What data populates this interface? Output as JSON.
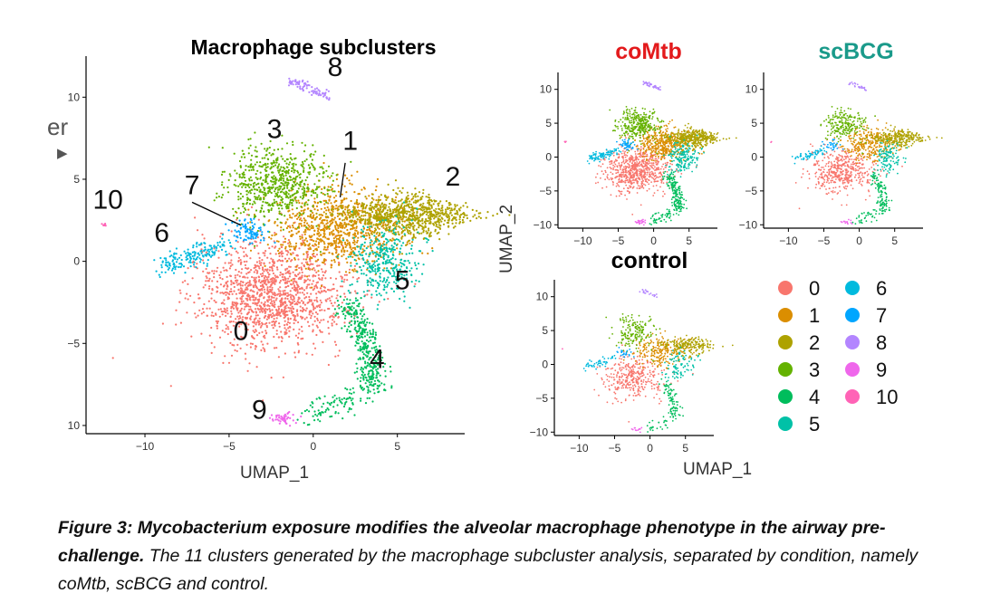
{
  "chart_data": [
    {
      "type": "scatter",
      "title": "Macrophage subclusters",
      "xlabel": "UMAP_1",
      "ylabel": "",
      "xlim": [
        -13.5,
        9
      ],
      "ylim": [
        -10.5,
        12.5
      ],
      "xticks": [
        -10,
        -5,
        0,
        5
      ],
      "yticks": [
        10,
        5,
        0,
        -5,
        -10
      ],
      "ytick_labels": [
        "10",
        "5",
        "0",
        "−5",
        "10"
      ],
      "xtick_labels": [
        "−10",
        "−5",
        "0",
        "5"
      ],
      "grid": false,
      "clusters": [
        {
          "name": "0",
          "center": [
            -2.5,
            -2.0
          ],
          "spread": [
            2.2,
            1.6
          ],
          "points": 1400,
          "label_pos": [
            -4.3,
            -4.8
          ]
        },
        {
          "name": "1",
          "center": [
            1.5,
            2.0
          ],
          "spread": [
            1.9,
            1.2
          ],
          "points": 900,
          "label_pos": [
            2.2,
            6.8
          ]
        },
        {
          "name": "2",
          "center": [
            5.5,
            2.8
          ],
          "spread": [
            1.8,
            0.8
          ],
          "points": 800,
          "label_pos": [
            8.3,
            4.6
          ]
        },
        {
          "name": "3",
          "center": [
            -2.2,
            4.8
          ],
          "spread": [
            1.5,
            1.1
          ],
          "points": 650,
          "label_pos": [
            -2.3,
            7.5
          ]
        },
        {
          "name": "4",
          "center": [
            2.7,
            -6.5
          ],
          "spread": [
            0.7,
            1.6
          ],
          "points": 450,
          "label_pos": [
            3.8,
            -6.5
          ]
        },
        {
          "name": "5",
          "center": [
            4.2,
            0.0
          ],
          "spread": [
            1.0,
            1.1
          ],
          "points": 350,
          "label_pos": [
            5.3,
            -1.7
          ]
        },
        {
          "name": "6",
          "center": [
            -7.2,
            0.3
          ],
          "spread": [
            0.9,
            0.6
          ],
          "points": 180,
          "label_pos": [
            -9.0,
            1.2
          ]
        },
        {
          "name": "7",
          "center": [
            -3.8,
            1.8
          ],
          "spread": [
            0.5,
            0.35
          ],
          "points": 90,
          "label_pos": [
            -7.2,
            4.1
          ]
        },
        {
          "name": "8",
          "center": [
            -0.6,
            10.4
          ],
          "spread": [
            0.7,
            0.3
          ],
          "points": 80,
          "label_pos": [
            1.3,
            11.3
          ]
        },
        {
          "name": "9",
          "center": [
            -1.8,
            -9.6
          ],
          "spread": [
            0.35,
            0.2
          ],
          "points": 45,
          "label_pos": [
            -3.2,
            -9.6
          ]
        },
        {
          "name": "10",
          "center": [
            -12.4,
            2.2
          ],
          "spread": [
            0.1,
            0.1
          ],
          "points": 6,
          "label_pos": [
            -12.2,
            3.2
          ]
        }
      ],
      "annotation_lines": [
        {
          "from": [
            -7.2,
            3.6
          ],
          "to": [
            -4.3,
            2.2
          ]
        },
        {
          "from": [
            1.9,
            6.0
          ],
          "to": [
            1.6,
            3.9
          ]
        }
      ]
    },
    {
      "type": "scatter",
      "title": "coMtb",
      "title_color": "#e31a1c",
      "xticks": [
        -10,
        -5,
        0,
        5
      ],
      "yticks": [
        10,
        5,
        0,
        -5,
        -10
      ],
      "xlim": [
        -13.5,
        9
      ],
      "ylim": [
        -10.5,
        12.5
      ]
    },
    {
      "type": "scatter",
      "title": "scBCG",
      "title_color": "#1a9a8a",
      "xticks": [
        -10,
        -5,
        0,
        5
      ],
      "yticks": [
        10,
        5,
        0,
        -5,
        -10
      ],
      "xlim": [
        -13.5,
        9
      ],
      "ylim": [
        -10.5,
        12.5
      ]
    },
    {
      "type": "scatter",
      "title": "control",
      "title_color": "#000000",
      "xticks": [
        -10,
        -5,
        0,
        5
      ],
      "yticks": [
        10,
        5,
        0,
        -5,
        -10
      ],
      "xlim": [
        -13.5,
        9
      ],
      "ylim": [
        -10.5,
        12.5
      ]
    }
  ],
  "facet_labels": {
    "xlabel": "UMAP_1",
    "ylabel": "UMAP_2"
  },
  "tick_text": {
    "neg10": "−10",
    "neg5": "−5",
    "zero": "0",
    "five": "5",
    "ten": "10"
  },
  "legend": [
    {
      "label": "0",
      "color": "#F8766D"
    },
    {
      "label": "1",
      "color": "#DB8E00"
    },
    {
      "label": "2",
      "color": "#AEA200"
    },
    {
      "label": "3",
      "color": "#64B200"
    },
    {
      "label": "4",
      "color": "#00BD5C"
    },
    {
      "label": "5",
      "color": "#00C1A7"
    },
    {
      "label": "6",
      "color": "#00BADE"
    },
    {
      "label": "7",
      "color": "#00A6FF"
    },
    {
      "label": "8",
      "color": "#B385FF"
    },
    {
      "label": "9",
      "color": "#EF67EB"
    },
    {
      "label": "10",
      "color": "#FF63B6"
    }
  ],
  "cropped_legend": {
    "text": "er",
    "arrow": "▶"
  },
  "caption": {
    "bold": "Figure 3: Mycobacterium exposure modifies the alveolar macrophage phenotype in the airway pre-challenge.",
    "rest": " The 11 clusters generated by the macrophage subcluster analysis, separated by condition, namely coMtb, scBCG and control."
  }
}
